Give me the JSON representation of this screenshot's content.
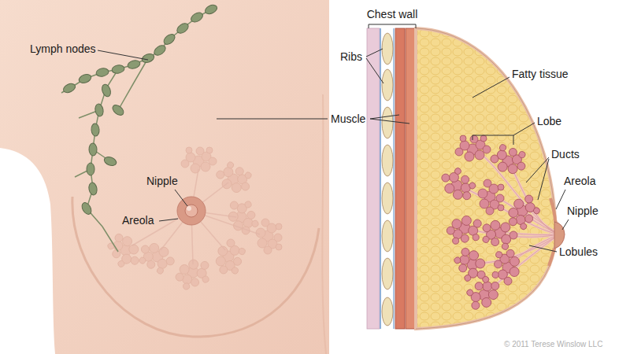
{
  "diagram": {
    "labels": [
      "Lymph nodes",
      "Nipple",
      "Areola",
      "Muscle",
      "Chest wall",
      "Ribs",
      "Fatty tissue",
      "Lobe",
      "Ducts",
      "Areola",
      "Nipple",
      "Lobules",
      "© 2011 Terese Winslow LLC"
    ]
  }
}
